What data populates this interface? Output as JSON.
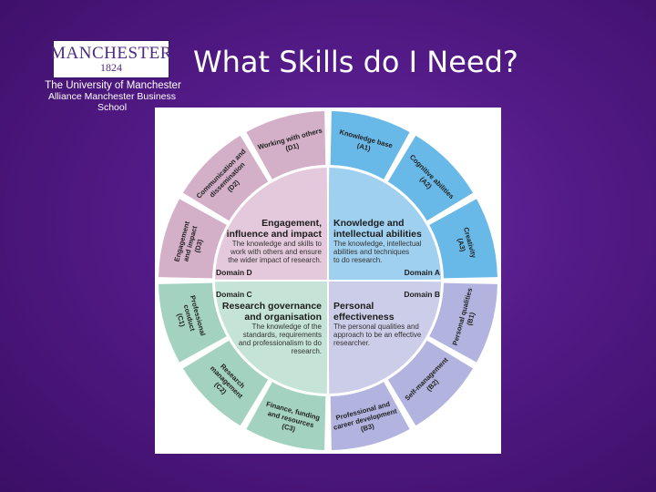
{
  "logo": {
    "wordmark": "MANCHESTER",
    "year": "1824",
    "line1": "The University of Manchester",
    "line2": "Alliance Manchester Business School"
  },
  "title": "What Skills do I Need?",
  "diagram": {
    "colors": {
      "domain_a": "#9fd0ef",
      "domain_b": "#cccde8",
      "domain_c": "#c5e3d7",
      "domain_d": "#e4c8dc",
      "domain_a_ring": "#69b9e8",
      "domain_b_ring": "#b2b4df",
      "domain_c_ring": "#a4d2c1",
      "domain_d_ring": "#d3afc8"
    },
    "domains": {
      "a": {
        "label": "Domain A",
        "title1": "Knowledge and",
        "title2": "intellectual abilities",
        "desc1": "The knowledge, intellectual",
        "desc2": "abilities and techniques",
        "desc3": "to do research."
      },
      "b": {
        "label": "Domain B",
        "title1": "Personal",
        "title2": "effectiveness",
        "desc1": "The personal qualities and",
        "desc2": "approach to be an effective",
        "desc3": "researcher."
      },
      "c": {
        "label": "Domain C",
        "title1": "Research governance",
        "title2": "and organisation",
        "desc1": "The knowledge of the",
        "desc2": "standards, requirements",
        "desc3": "and professionalism to do",
        "desc4": "research."
      },
      "d": {
        "label": "Domain D",
        "title1": "Engagement,",
        "title2": "influence and impact",
        "desc1": "The knowledge and skills to",
        "desc2": "work with others and ensure",
        "desc3": "the wider impact of research."
      }
    },
    "ring": {
      "a1": {
        "name": "Knowledge base",
        "code": "(A1)"
      },
      "a2": {
        "name": "Cognitive abilities",
        "code": "(A2)"
      },
      "a3": {
        "name": "Creativity",
        "code": "(A3)"
      },
      "b1": {
        "name": "Personal qualities",
        "code": "(B1)"
      },
      "b2": {
        "name": "Self-management",
        "code": "(B2)"
      },
      "b3": {
        "name1": "Professional and",
        "name2": "career development",
        "code": "(B3)"
      },
      "c1": {
        "name1": "Professional",
        "name2": "conduct",
        "code": "(C1)"
      },
      "c2": {
        "name1": "Research",
        "name2": "management",
        "code": "(C2)"
      },
      "c3": {
        "name1": "Finance, funding",
        "name2": "and resources",
        "code": "(C3)"
      },
      "d1": {
        "name": "Working with others",
        "code": "(D1)"
      },
      "d2": {
        "name1": "Communication and",
        "name2": "dissemination",
        "code": "(D2)"
      },
      "d3": {
        "name1": "Engagement",
        "name2": "and impact",
        "code": "(D3)"
      }
    }
  }
}
